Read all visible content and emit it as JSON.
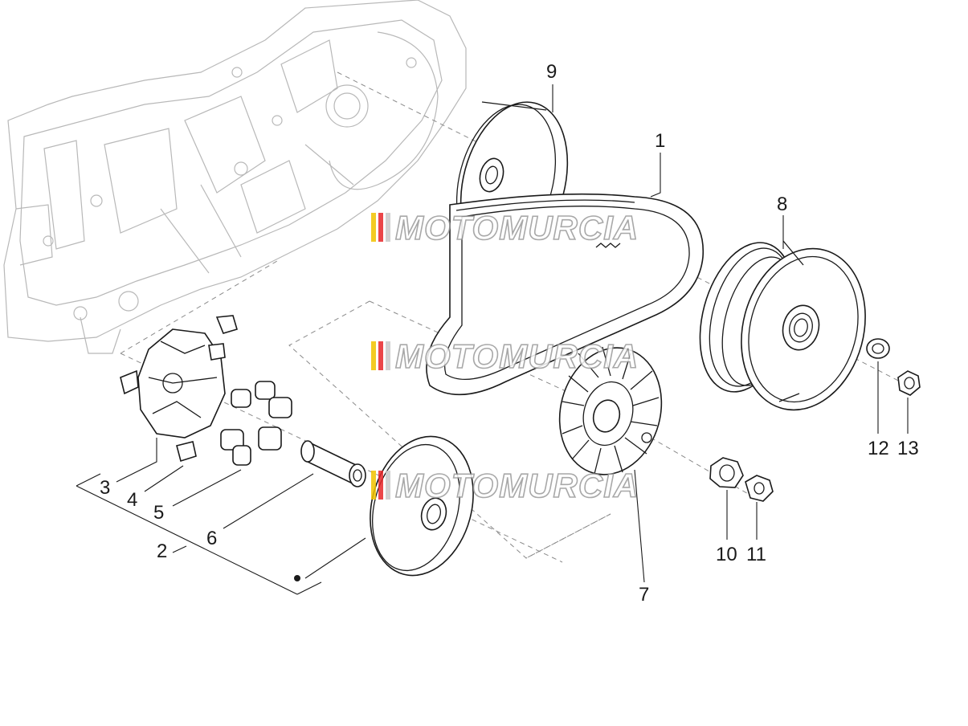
{
  "callouts": [
    {
      "id": "1",
      "label": "1"
    },
    {
      "id": "2",
      "label": "2"
    },
    {
      "id": "3",
      "label": "3"
    },
    {
      "id": "4",
      "label": "4"
    },
    {
      "id": "5",
      "label": "5"
    },
    {
      "id": "6",
      "label": "6"
    },
    {
      "id": "7",
      "label": "7"
    },
    {
      "id": "8",
      "label": "8"
    },
    {
      "id": "9",
      "label": "9"
    },
    {
      "id": "10",
      "label": "10"
    },
    {
      "id": "11",
      "label": "11"
    },
    {
      "id": "12",
      "label": "12"
    },
    {
      "id": "13",
      "label": "13"
    }
  ],
  "watermark": {
    "text": "MOTOMURCIA",
    "stripe_colors": [
      "#f2c200",
      "#e8262a",
      "#c9c9c9"
    ]
  }
}
